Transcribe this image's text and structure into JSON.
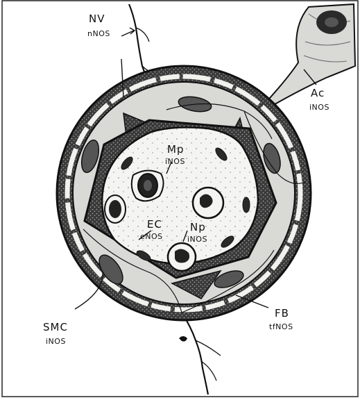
{
  "labels": {
    "nv": {
      "name": "NV",
      "enzyme": "nNOS"
    },
    "ac": {
      "name": "Ac",
      "enzyme": "iNOS"
    },
    "mp": {
      "name": "Mp",
      "enzyme": "iNOS"
    },
    "ec": {
      "name": "EC",
      "enzyme": "eNOS"
    },
    "np": {
      "name": "Np",
      "enzyme": "iNOS"
    },
    "smc": {
      "name": "SMC",
      "enzyme": "iNOS"
    },
    "fb": {
      "name": "FB",
      "enzyme": "tfNOS"
    }
  },
  "colors": {
    "ink": "#111111",
    "adventitia": "#3a3a3a",
    "smooth_muscle": "#d9d9d6",
    "lumen": "#f2f2f0",
    "nucleus": "#2a2a2a",
    "background": "#ffffff"
  }
}
